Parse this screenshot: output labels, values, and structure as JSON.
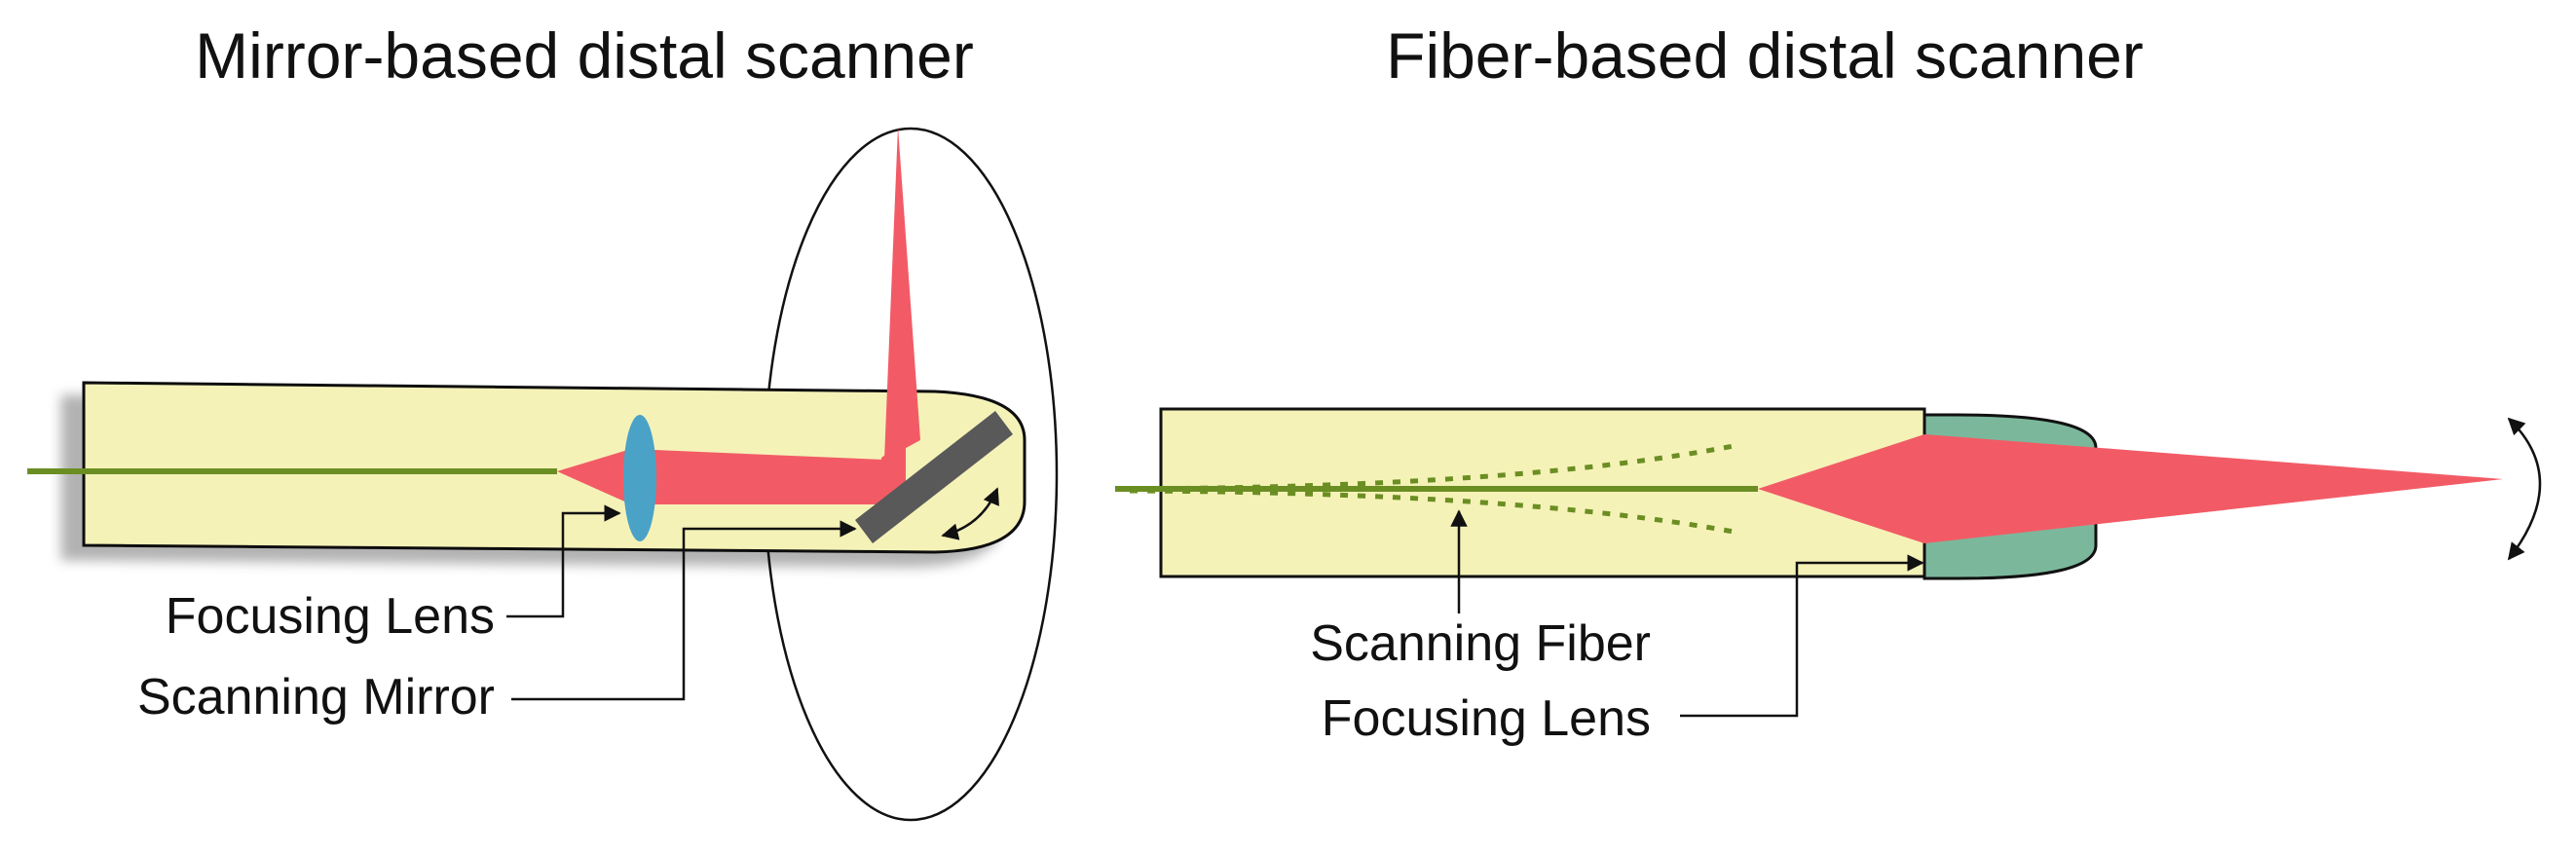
{
  "titles": {
    "mirror": "Mirror-based distal scanner",
    "fiber": "Fiber-based distal scanner"
  },
  "labels": {
    "mirror_focusing_lens": "Focusing Lens",
    "scanning_mirror": "Scanning Mirror",
    "scanning_fiber": "Scanning Fiber",
    "fiber_focusing_lens": "Focusing Lens"
  },
  "colors": {
    "probe_body": "#f5f2b8",
    "fiber": "#6b8e23",
    "beam": "#f25b66",
    "lens": "#4aa3c7",
    "mirror": "#595959",
    "end_lens": "#7bb89b",
    "outline": "#111111"
  }
}
